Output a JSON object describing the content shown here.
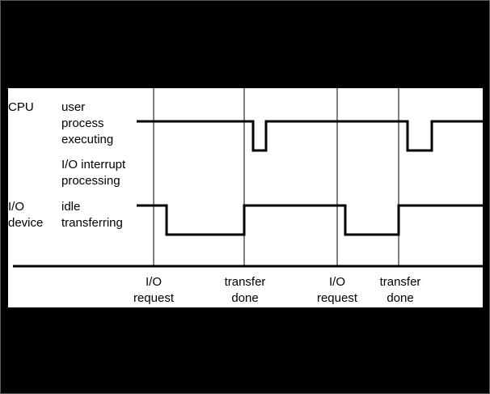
{
  "diagram": {
    "cpu_label": "CPU",
    "cpu_state_high": "user\nprocess\nexecuting",
    "cpu_state_low": "I/O interrupt\nprocessing",
    "io_label": "I/O\ndevice",
    "io_state_high": "idle",
    "io_state_low": "transferring",
    "events": [
      {
        "label": "I/O\nrequest"
      },
      {
        "label": "transfer\ndone"
      },
      {
        "label": "I/O\nrequest"
      },
      {
        "label": "transfer\ndone"
      }
    ]
  }
}
